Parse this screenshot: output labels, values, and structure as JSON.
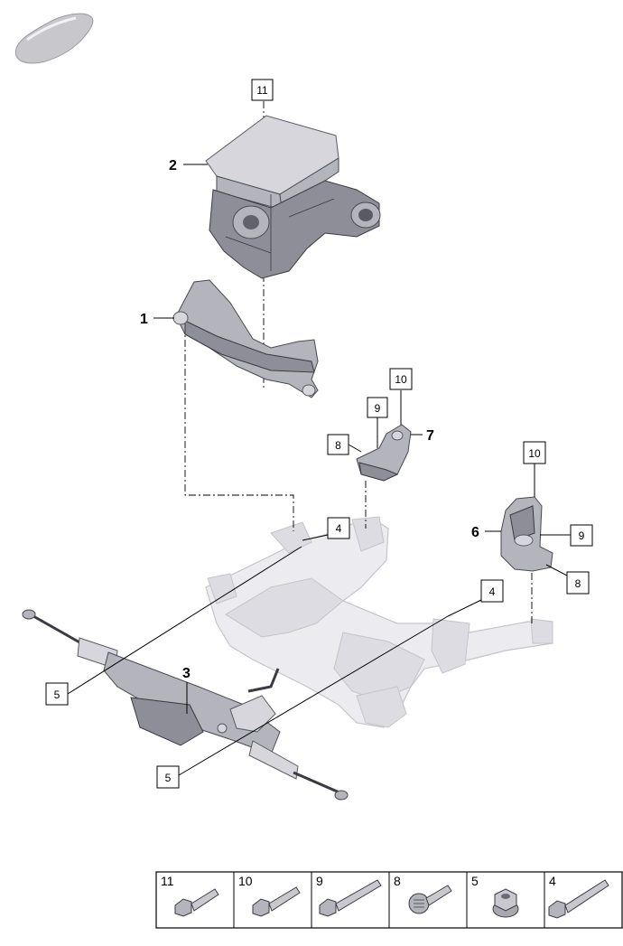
{
  "callouts": {
    "part_1": "1",
    "part_2": "2",
    "part_3": "3",
    "part_4_upper": "4",
    "part_4_lower": "4",
    "part_5_left": "5",
    "part_5_lower": "5",
    "part_6": "6",
    "part_7": "7",
    "part_8_left": "8",
    "part_8_right": "8",
    "part_9_left": "9",
    "part_9_right": "9",
    "part_10_left": "10",
    "part_10_right": "10",
    "part_11": "11"
  },
  "legend": {
    "cells": [
      {
        "number": "11",
        "icon": "hex-flange-bolt-short"
      },
      {
        "number": "10",
        "icon": "hex-flange-bolt-short"
      },
      {
        "number": "9",
        "icon": "hex-flange-bolt-long"
      },
      {
        "number": "8",
        "icon": "splined-head-bolt"
      },
      {
        "number": "5",
        "icon": "flange-nut"
      },
      {
        "number": "4",
        "icon": "hex-flange-bolt-long"
      }
    ]
  },
  "colors": {
    "part_fill": "#b4b4bc",
    "frame_fill": "#ececf0",
    "line": "#000000"
  }
}
